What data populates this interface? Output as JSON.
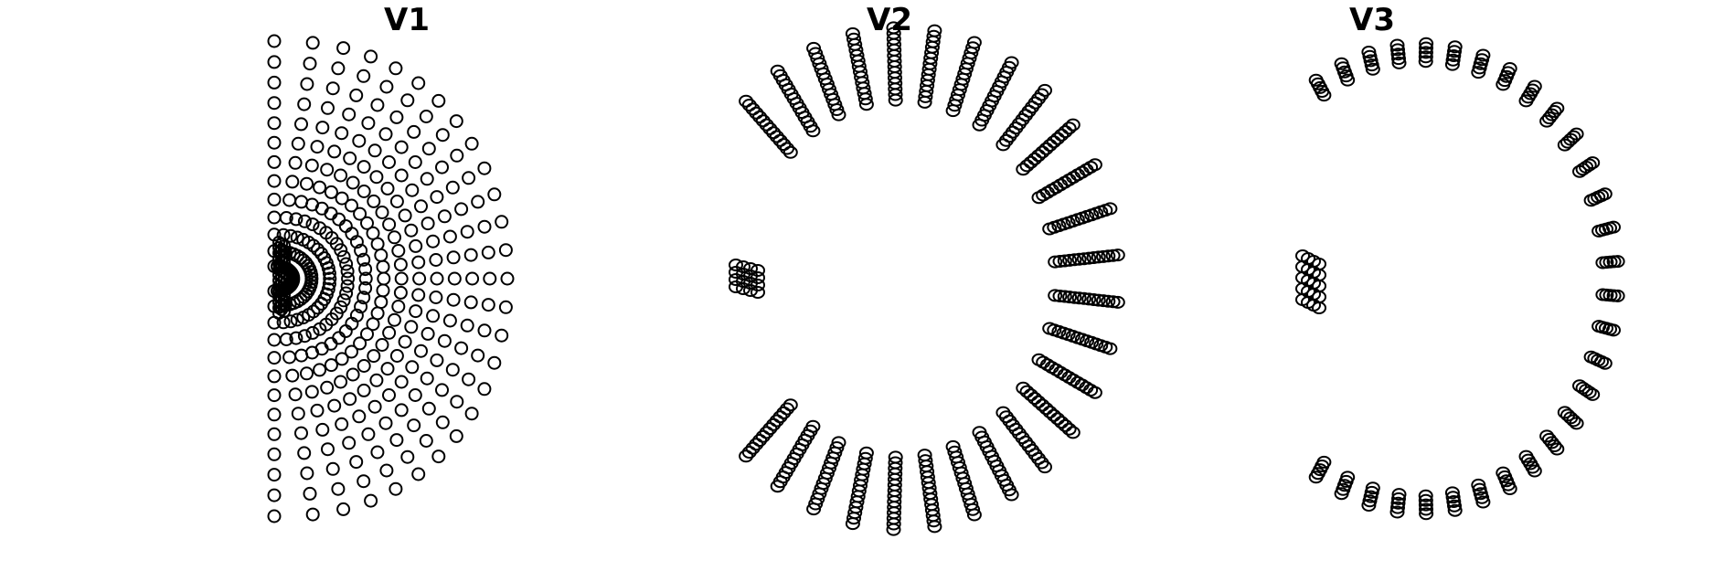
{
  "panels": [
    {
      "title": "V1",
      "shape": "half-disc"
    },
    {
      "title": "V2",
      "shape": "arc-strip"
    },
    {
      "title": "V3",
      "shape": "thin-arc"
    }
  ],
  "marker": {
    "shape": "circle",
    "color": "#000000",
    "fill": "none"
  }
}
